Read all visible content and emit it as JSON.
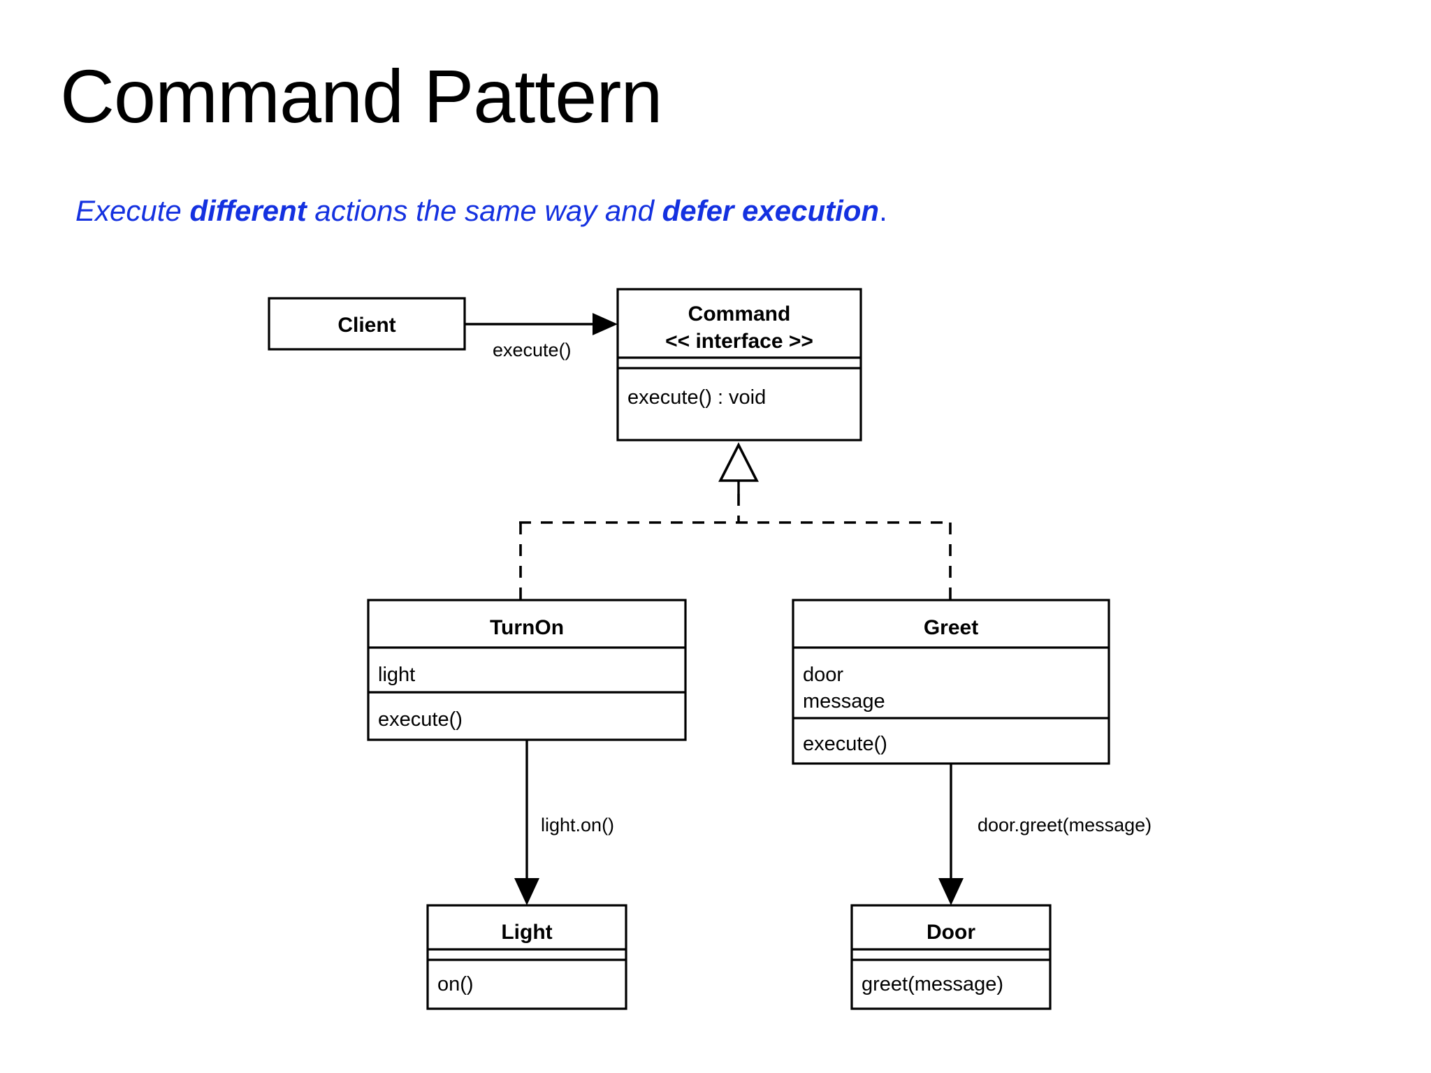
{
  "slide": {
    "title": "Command Pattern",
    "subtitle": {
      "part1": "Execute ",
      "bold1": "different",
      "part2": " actions the same way and ",
      "bold2": "defer execution",
      "part3": ".",
      "color": "#1431E0"
    }
  },
  "diagram": {
    "type": "uml-class-diagram",
    "classes": [
      {
        "id": "client",
        "name": "Client",
        "stereotype": "",
        "attributes": [],
        "methods": []
      },
      {
        "id": "command",
        "name": "Command",
        "stereotype": "<< interface >>",
        "attributes": [],
        "methods": [
          "execute() : void"
        ]
      },
      {
        "id": "turnon",
        "name": "TurnOn",
        "stereotype": "",
        "attributes": [
          "light"
        ],
        "methods": [
          "execute()"
        ]
      },
      {
        "id": "greet",
        "name": "Greet",
        "stereotype": "",
        "attributes": [
          "door",
          "message"
        ],
        "methods": [
          "execute()"
        ]
      },
      {
        "id": "light",
        "name": "Light",
        "stereotype": "",
        "attributes": [],
        "methods": [
          "on()"
        ]
      },
      {
        "id": "door",
        "name": "Door",
        "stereotype": "",
        "attributes": [],
        "methods": [
          "greet(message)"
        ]
      }
    ],
    "edges": [
      {
        "id": "client-command",
        "from": "client",
        "to": "command",
        "kind": "association-arrow",
        "label": "execute()"
      },
      {
        "id": "turnon-command",
        "from": "turnon",
        "to": "command",
        "kind": "realization",
        "label": ""
      },
      {
        "id": "greet-command",
        "from": "greet",
        "to": "command",
        "kind": "realization",
        "label": ""
      },
      {
        "id": "turnon-light",
        "from": "turnon",
        "to": "light",
        "kind": "association-arrow",
        "label": "light.on()"
      },
      {
        "id": "greet-door",
        "from": "greet",
        "to": "door",
        "kind": "association-arrow",
        "label": "door.greet(message)"
      }
    ]
  }
}
